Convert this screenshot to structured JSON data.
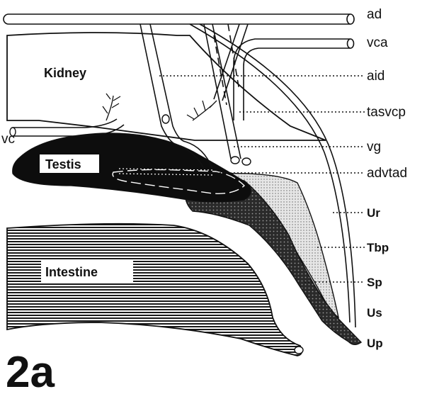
{
  "figure": {
    "label": "2a",
    "colors": {
      "ink": "#111111",
      "background": "#ffffff",
      "testis_fill": "#0d0d0d",
      "sperm_duct_fill": "#333333",
      "bladder_fill": "#cfcfcf"
    }
  },
  "organs": {
    "kidney": "Kidney",
    "testis": "Testis",
    "intestine": "Intestine"
  },
  "labels": {
    "vc": "vc",
    "ad": "ad",
    "vca": "vca",
    "aid": "aid",
    "tasvcp": "tasvcp",
    "vg": "vg",
    "advtad": "advtad",
    "Ur": "Ur",
    "Tbp": "Tbp",
    "Sp": "Sp",
    "Us": "Us",
    "Up": "Up"
  }
}
